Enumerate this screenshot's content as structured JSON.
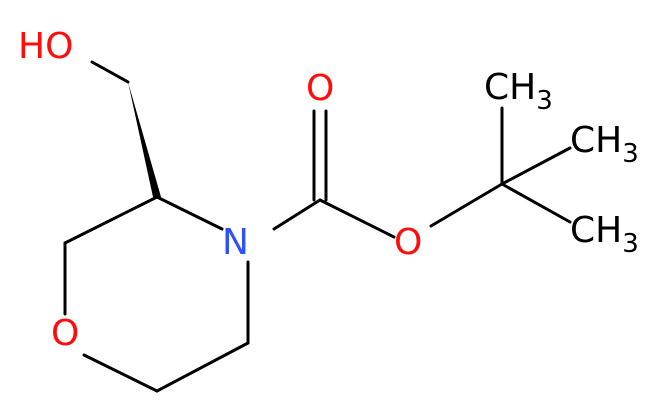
{
  "molecule": {
    "atoms": {
      "hydroxyl": {
        "text": "HO",
        "element": "O",
        "color": "#ff0d0d"
      },
      "ring_oxygen": {
        "text": "O",
        "element": "O",
        "color": "#ff0d0d"
      },
      "ring_nitrogen": {
        "text": "N",
        "element": "N",
        "color": "#3050f8"
      },
      "carbonyl_oxygen": {
        "text": "O",
        "element": "O",
        "color": "#ff0d0d"
      },
      "ester_oxygen": {
        "text": "O",
        "element": "O",
        "color": "#ff0d0d"
      },
      "methyl_1": {
        "text": "CH",
        "subscript": "3",
        "color": "#000000"
      },
      "methyl_2": {
        "text": "CH",
        "subscript": "3",
        "color": "#000000"
      },
      "methyl_3": {
        "text": "CH",
        "subscript": "3",
        "color": "#000000"
      }
    },
    "bond_color": "#000000",
    "stereo_bond": "wedge"
  }
}
